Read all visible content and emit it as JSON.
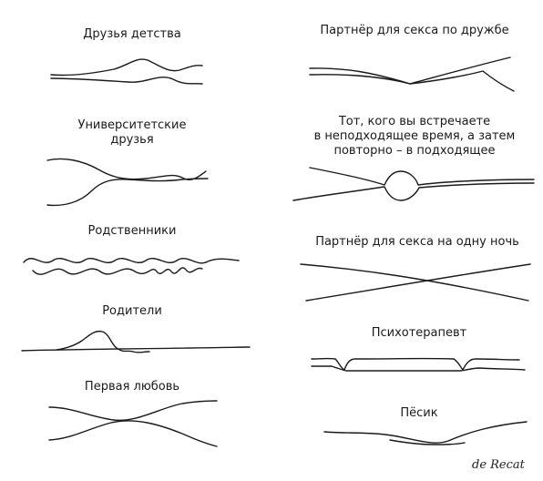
{
  "left": [
    {
      "label": "Друзья детства",
      "icon": "two-lines-gentle-waves"
    },
    {
      "label": "Университетские\nдрузья",
      "icon": "two-lines-meet-and-part"
    },
    {
      "label": "Родственники",
      "icon": "two-lines-many-waves"
    },
    {
      "label": "Родители",
      "icon": "line-with-bump"
    },
    {
      "label": "Первая любовь",
      "icon": "two-lines-touch-and-part"
    }
  ],
  "right": [
    {
      "label": "Партнёр для секса по дружбе",
      "icon": "two-lines-diverge"
    },
    {
      "label": "Тот, кого вы встречаете\nв неподходящее время, а затем\nповторно – в подходящее",
      "icon": "two-lines-cross-with-loop"
    },
    {
      "label": "Партнёр для секса на одну ночь",
      "icon": "two-lines-cross"
    },
    {
      "label": "Психотерапевт",
      "icon": "two-lines-parallel-bumps"
    },
    {
      "label": "Пёсик",
      "icon": "two-lines-dip-together"
    }
  ],
  "signature": "de Recat"
}
